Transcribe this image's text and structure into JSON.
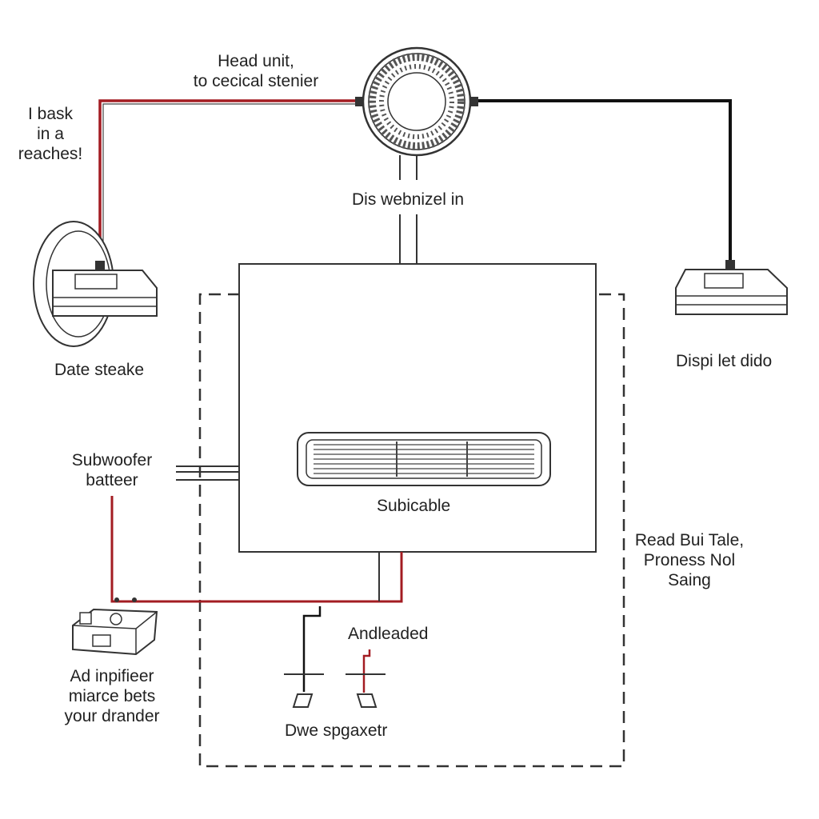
{
  "labels": {
    "head_unit": [
      "Head unit,",
      "to cecical stenier"
    ],
    "bask": [
      "I bask",
      "in a",
      "reaches!"
    ],
    "dis_webnizel": "Dis webnizel in",
    "date_steake": "Date steake",
    "dispi_let_dido": "Dispi let dido",
    "subwoofer_batteer": [
      "Subwoofer",
      "batteer"
    ],
    "subicable": "Subicable",
    "read_bui_tale": [
      "Read Bui Tale,",
      "Proness Nol",
      "Saing"
    ],
    "andleaded": "Andleaded",
    "ad_inpifieer": [
      "Ad inpifieer",
      "miarce bets",
      "your drander"
    ],
    "dwe_spgaxetr": "Dwe spgaxetr"
  },
  "colors": {
    "power_wire": "#a31c22",
    "ground_wire": "#111111",
    "outline": "#333333"
  },
  "icons": [
    "head-unit-dial-icon",
    "left-speaker-icon",
    "right-speaker-icon",
    "amplifier-grille-icon",
    "amplifier-box-icon",
    "terminal-icon"
  ]
}
